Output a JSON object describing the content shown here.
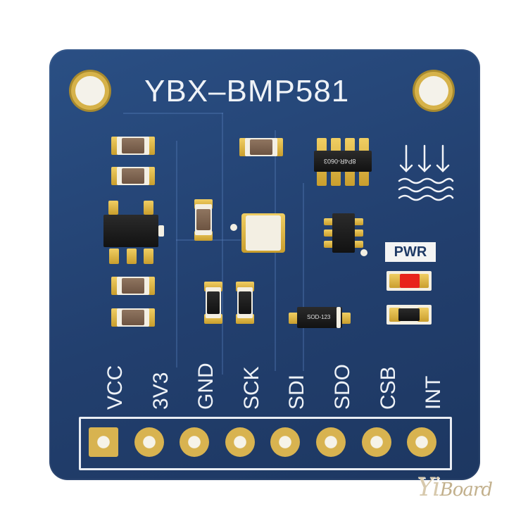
{
  "board": {
    "title": "YBX–BMP581",
    "pwr_label": "PWR",
    "resistor_array_text": "8P4R-0603",
    "diode_text": "SOD-123",
    "pins": [
      "VCC",
      "3V3",
      "GND",
      "SCK",
      "SDI",
      "SDO",
      "CSB",
      "INT"
    ],
    "icon": "water-pressure-icon",
    "colors": {
      "pcb": "#223f6e",
      "gold": "#d6b24a",
      "led": "#e8231b"
    }
  },
  "watermark": {
    "text": "Yi",
    "text2": "Board"
  }
}
